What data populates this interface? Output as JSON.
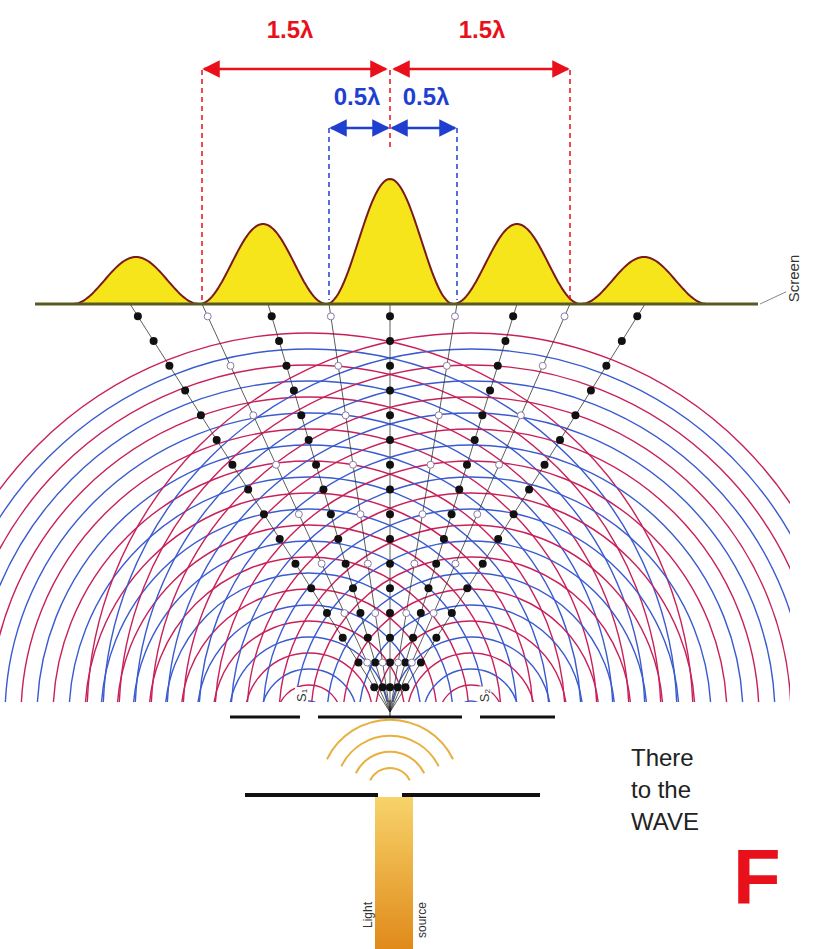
{
  "diagram": {
    "labels": [
      "1.5λ",
      "1.5λ",
      "0.5λ",
      "0.5λ",
      "Screen",
      "S₁",
      "S₂",
      "Light",
      "source",
      "There",
      "to the",
      "WAVE",
      "F"
    ]
  }
}
